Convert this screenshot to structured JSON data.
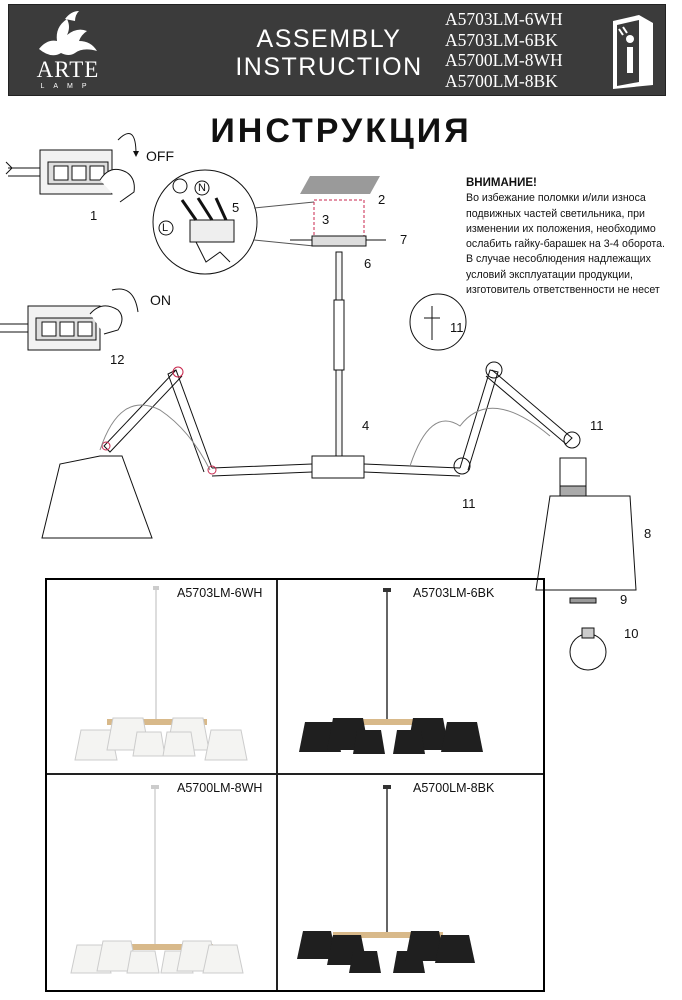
{
  "header": {
    "brand_name": "ARTE",
    "brand_sub": "LAMP",
    "title_line1": "ASSEMBLY",
    "title_line2": "INSTRUCTION",
    "models": [
      "A5703LM-6WH",
      "A5703LM-6BK",
      "A5700LM-8WH",
      "A5700LM-8BK"
    ],
    "info_icon": "instruction-book-icon"
  },
  "main_title": "ИНСТРУКЦИЯ",
  "warning": {
    "heading": "ВНИМАНИЕ!",
    "lines": [
      "Во избежание поломки и/или износа",
      "подвижных частей светильника, при",
      "изменении их положения, необходимо",
      "ослабить гайку-барашек на 3-4 оборота.",
      "В случае несоблюдения надлежащих",
      "условий эксплуатации продукции,",
      "изготовитель ответственности не несет"
    ]
  },
  "diagram": {
    "off_label": "OFF",
    "on_label": "ON",
    "switch_off_text": "OFF",
    "switch_on_text": "ON",
    "wire_n": "N",
    "wire_l": "L",
    "steps": {
      "s1": "1",
      "s2": "2",
      "s3": "3",
      "s4": "4",
      "s5": "5",
      "s6": "6",
      "s7": "7",
      "s8": "8",
      "s9": "9",
      "s10": "10",
      "s11a": "11",
      "s11b": "11",
      "s11c": "11",
      "s12": "12"
    }
  },
  "variants": [
    {
      "label": "A5703LM-6WH",
      "shade_color": "#f4f4f2",
      "pole_color": "#cfcfcf"
    },
    {
      "label": "A5703LM-6BK",
      "shade_color": "#1f1f1f",
      "pole_color": "#2a2a2a"
    },
    {
      "label": "A5700LM-8WH",
      "shade_color": "#f4f4f2",
      "pole_color": "#cfcfcf"
    },
    {
      "label": "A5700LM-8BK",
      "shade_color": "#1f1f1f",
      "pole_color": "#2a2a2a"
    }
  ],
  "colors": {
    "header_bg": "#3b3b3b",
    "wood": "#d8b98a",
    "accent_pink": "#c8264c"
  }
}
